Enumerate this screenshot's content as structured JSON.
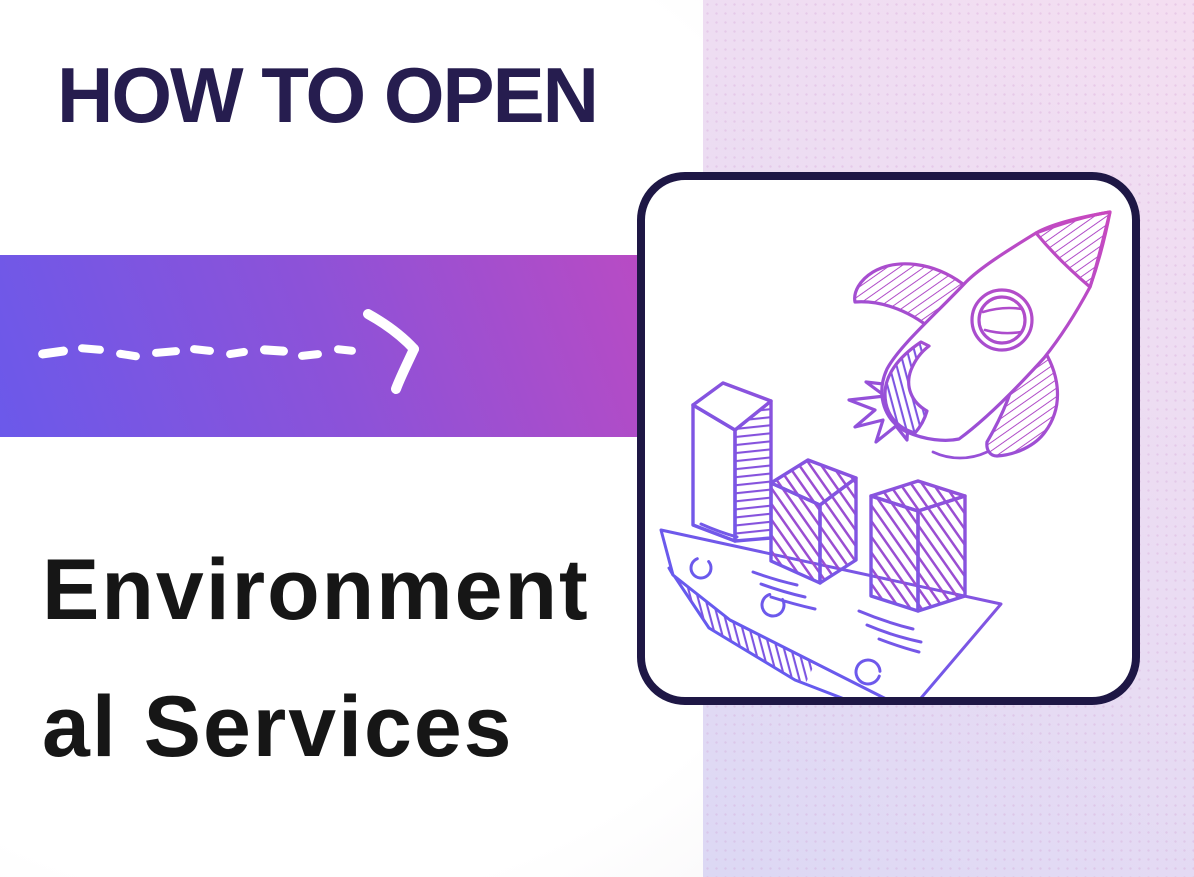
{
  "header": {
    "title": "HOW TO OPEN",
    "title_color": "#261d4f"
  },
  "banner": {
    "arrow_icon": "dashed-arrow-right-icon",
    "arrow_color": "#ffffff",
    "gradient_start": "#b84bc4",
    "gradient_end": "#6b59ea"
  },
  "headline": {
    "line1": "Environment",
    "line2": "al Services",
    "full_text": "Environmental Services",
    "color": "#161616"
  },
  "illustration": {
    "name": "rocket-launching-over-bar-chart",
    "card_border_color": "#1e1745",
    "card_background": "#ffffff",
    "stroke_gradient_top": "#cb48bd",
    "stroke_gradient_mid": "#9a4fd6",
    "stroke_gradient_bottom": "#5f5cf2",
    "elements": [
      "rocket",
      "porthole-window",
      "flame-burst",
      "tall-bar",
      "medium-bar",
      "small-bar",
      "launch-platform",
      "speed-lines",
      "bolt-circles"
    ]
  },
  "panel": {
    "gradient_top": "#f4def1",
    "gradient_bottom": "#dcd8f4"
  }
}
